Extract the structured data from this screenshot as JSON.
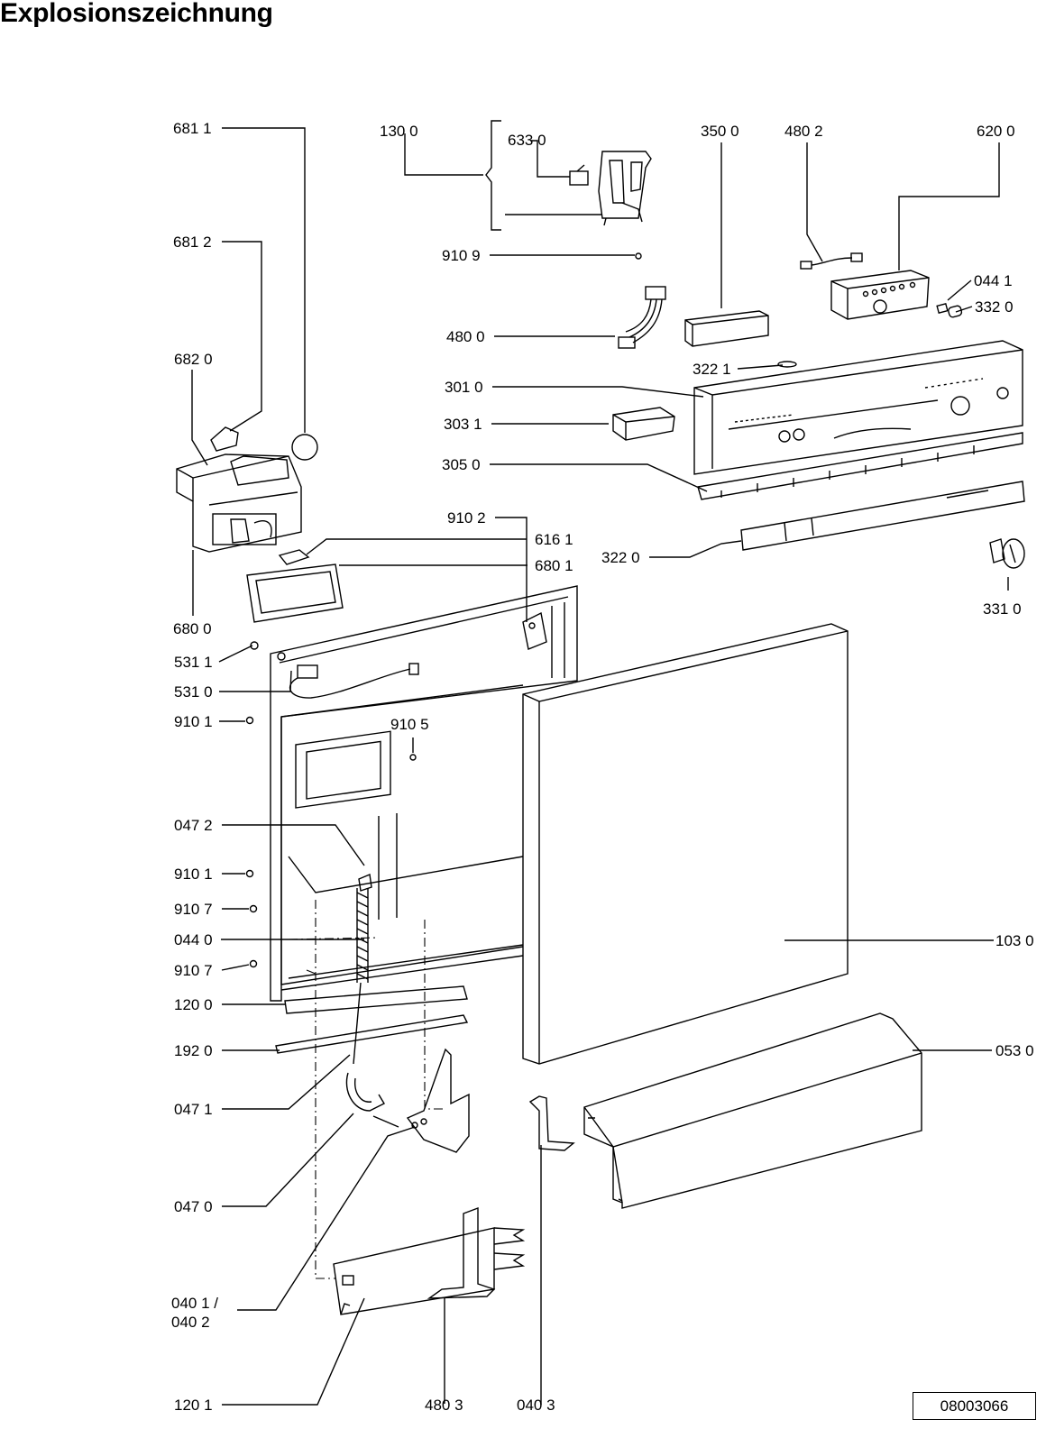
{
  "title": "Explosionszeichnung",
  "document_number": "08003066",
  "labels": {
    "p6811": "681 1",
    "p1300": "130 0",
    "p6330": "633 0",
    "p3500": "350 0",
    "p4802": "480 2",
    "p6200": "620 0",
    "p6812": "681 2",
    "p9109": "910 9",
    "p0441": "044 1",
    "p3320": "332 0",
    "p4800": "480 0",
    "p6820": "682 0",
    "p3221": "322 1",
    "p3010": "301 0",
    "p3031": "303 1",
    "p3050": "305 0",
    "p9102": "910 2",
    "p6161": "616 1",
    "p6801": "680 1",
    "p3220": "322 0",
    "p3310": "331 0",
    "p6800": "680 0",
    "p5311": "531 1",
    "p5310": "531 0",
    "p9101a": "910 1",
    "p9105": "910 5",
    "p0472": "047 2",
    "p9101b": "910 1",
    "p9107a": "910 7",
    "p0440": "044 0",
    "p1030": "103 0",
    "p9107b": "910 7",
    "p1200": "120 0",
    "p1920": "192 0",
    "p0530": "053 0",
    "p0471": "047 1",
    "p0470": "047 0",
    "p0401": "040 1 /",
    "p0402": "040 2",
    "p1201": "120 1",
    "p4803": "480 3",
    "p0403": "040 3"
  }
}
